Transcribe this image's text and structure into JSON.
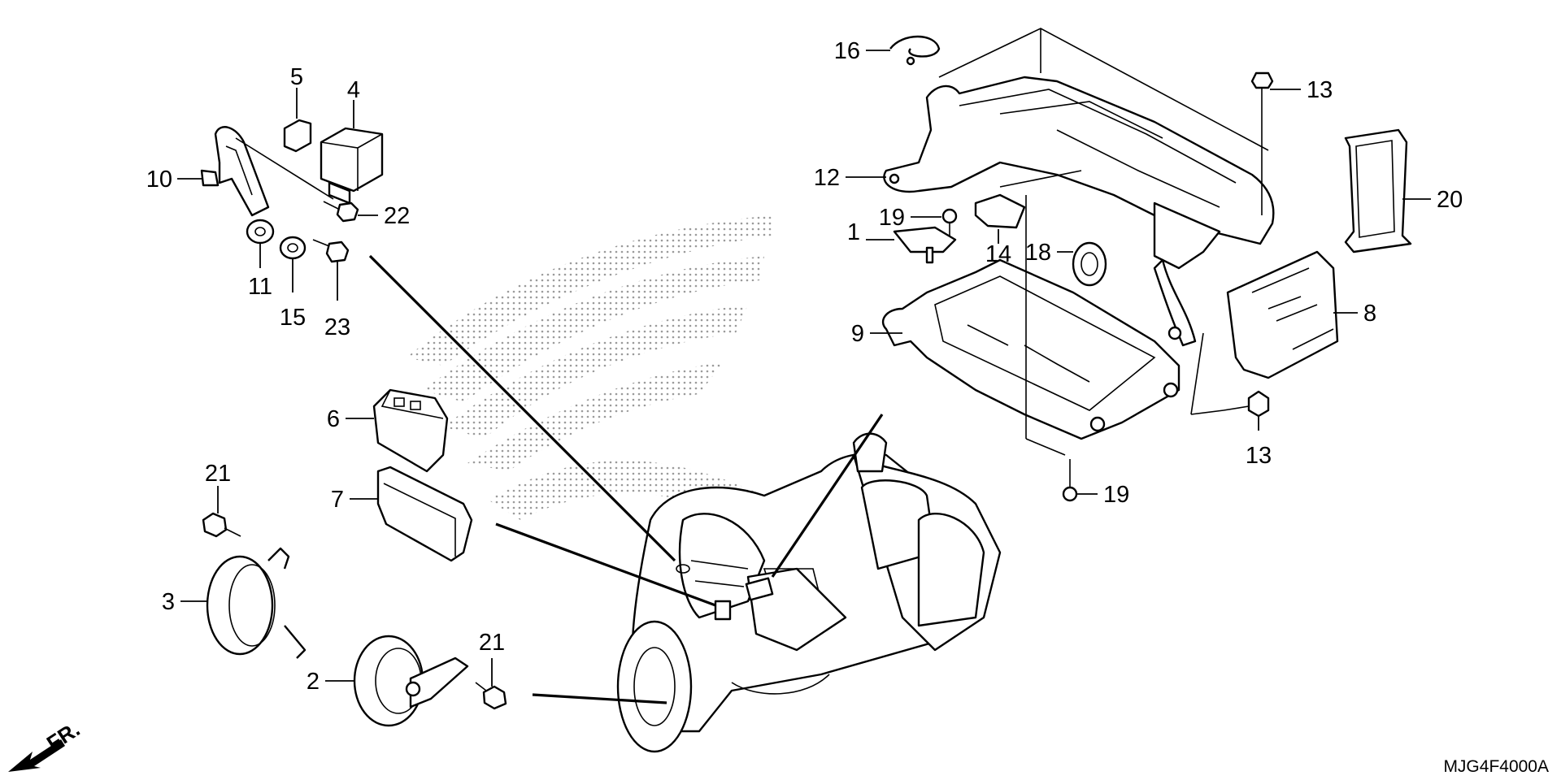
{
  "diagram": {
    "diagram_code": "MJG4F4000A",
    "front_arrow_label": "FR.",
    "callouts": [
      "1",
      "2",
      "3",
      "4",
      "5",
      "6",
      "7",
      "8",
      "9",
      "10",
      "11",
      "12",
      "13",
      "13",
      "14",
      "15",
      "16",
      "18",
      "19",
      "19",
      "20",
      "21",
      "21",
      "22",
      "23"
    ]
  },
  "colors": {
    "ink": "#000000",
    "background": "#ffffff",
    "watermark_dots": "#9a9a9a"
  },
  "icons": [
    "front-direction-arrow-icon",
    "wing-logo-watermark"
  ]
}
